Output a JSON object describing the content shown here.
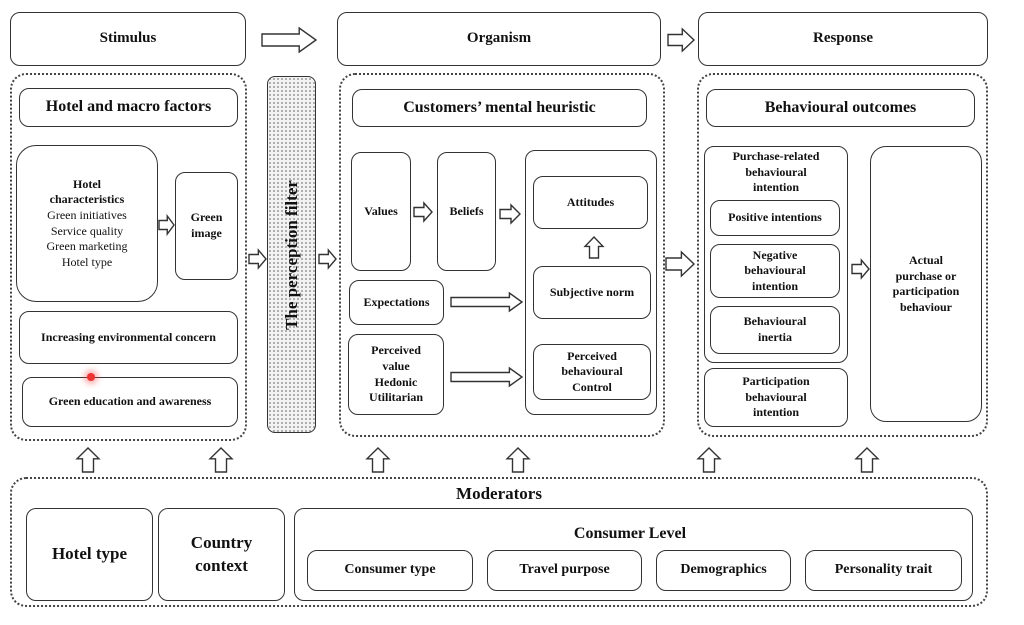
{
  "top": {
    "stimulus": "Stimulus",
    "organism": "Organism",
    "response": "Response"
  },
  "stimulus": {
    "header": "Hotel and macro factors",
    "hotel_char_title": "Hotel\ncharacteristics",
    "hotel_char_items": "Green initiatives\nService quality\nGreen marketing\nHotel type",
    "green_image": "Green\nimage",
    "env_concern": "Increasing environmental concern",
    "green_edu": "Green education and awareness"
  },
  "filter": "The perception filter",
  "organism": {
    "header": "Customers’ mental heuristic",
    "values": "Values",
    "beliefs": "Beliefs",
    "attitudes": "Attitudes",
    "expectations": "Expectations",
    "subjective_norm": "Subjective norm",
    "perceived_value": "Perceived\nvalue\nHedonic\nUtilitarian",
    "pbc": "Perceived\nbehavioural\nControl"
  },
  "response": {
    "header": "Behavioural outcomes",
    "purchase": "Purchase-related\nbehavioural\nintention",
    "positive": "Positive intentions",
    "negative": "Negative\nbehavioural\nintention",
    "inertia": "Behavioural\ninertia",
    "participation": "Participation\nbehavioural\nintention",
    "actual": "Actual\npurchase or\nparticipation\nbehaviour"
  },
  "moderators": {
    "title": "Moderators",
    "hotel_type": "Hotel type",
    "country": "Country\ncontext",
    "consumer_level": "Consumer Level",
    "consumer_type": "Consumer type",
    "travel_purpose": "Travel purpose",
    "demographics": "Demographics",
    "personality": "Personality trait"
  }
}
